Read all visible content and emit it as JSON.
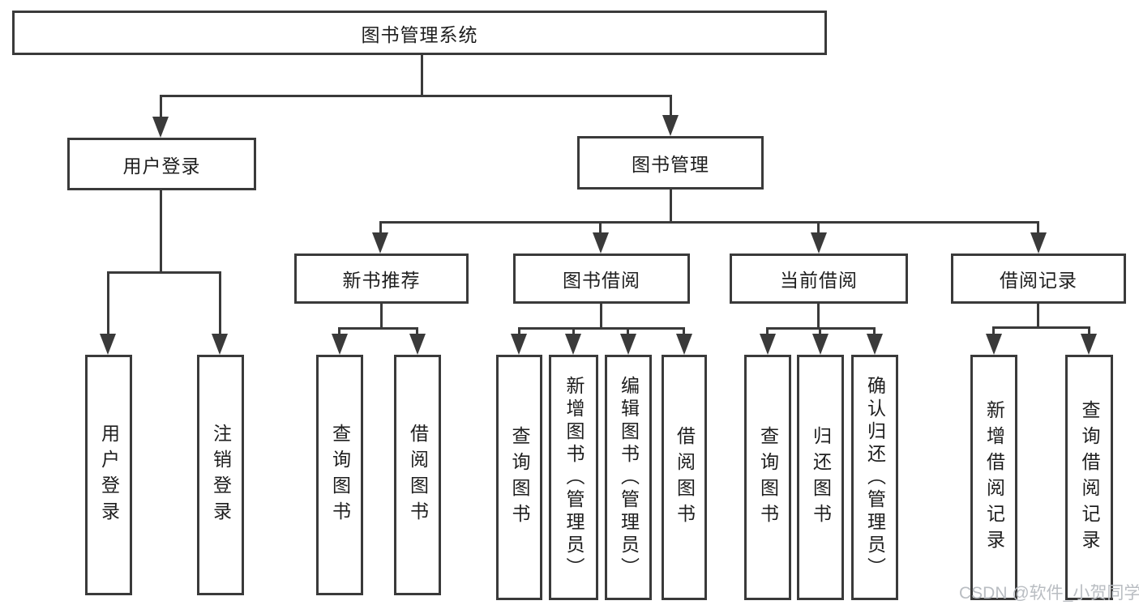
{
  "colors": {
    "line": "#3a3a3a",
    "text": "#1e1e1e",
    "watermark": "#b9bdc2"
  },
  "watermark": "CSDN @软件_小贺同学",
  "tree": {
    "root": "图书管理系统",
    "login": {
      "label": "用户登录",
      "children": [
        "用户登录",
        "注销登录"
      ]
    },
    "mgmt": {
      "label": "图书管理",
      "groups": [
        {
          "label": "新书推荐",
          "children": [
            "查询图书",
            "借阅图书"
          ]
        },
        {
          "label": "图书借阅",
          "children": [
            "查询图书",
            "新增图书（管理员）",
            "编辑图书（管理员）",
            "借阅图书"
          ]
        },
        {
          "label": "当前借阅",
          "children": [
            "查询图书",
            "归还图书",
            "确认归还（管理员）"
          ]
        },
        {
          "label": "借阅记录",
          "children": [
            "新增借阅记录",
            "查询借阅记录"
          ]
        }
      ]
    }
  }
}
